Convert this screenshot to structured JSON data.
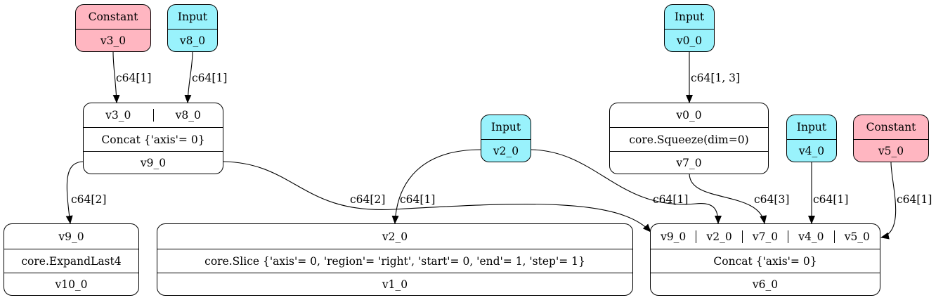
{
  "nodes": {
    "v3_0_const": {
      "kind": "Constant",
      "name": "v3_0"
    },
    "v8_0_input": {
      "kind": "Input",
      "name": "v8_0"
    },
    "v0_0_input": {
      "kind": "Input",
      "name": "v0_0"
    },
    "v2_0_input": {
      "kind": "Input",
      "name": "v2_0"
    },
    "v4_0_input": {
      "kind": "Input",
      "name": "v4_0"
    },
    "v5_0_const": {
      "kind": "Constant",
      "name": "v5_0"
    },
    "concat_v9": {
      "inputs": [
        "v3_0",
        "v8_0"
      ],
      "op": "Concat {'axis'= 0}",
      "output": "v9_0"
    },
    "squeeze_v7": {
      "inputs": [
        "v0_0"
      ],
      "op": "core.Squeeze(dim=0)",
      "output": "v7_0"
    },
    "expand_v10": {
      "inputs": [
        "v9_0"
      ],
      "op": "core.ExpandLast4",
      "output": "v10_0"
    },
    "slice_v1": {
      "inputs": [
        "v2_0"
      ],
      "op": "core.Slice {'axis'= 0, 'region'= 'right', 'start'= 0, 'end'= 1, 'step'= 1}",
      "output": "v1_0"
    },
    "concat_v6": {
      "inputs": [
        "v9_0",
        "v2_0",
        "v7_0",
        "v4_0",
        "v5_0"
      ],
      "op": "Concat {'axis'= 0}",
      "output": "v6_0"
    }
  },
  "edges": [
    {
      "from": "v3_0",
      "to": "Concat v9_0",
      "label": "c64[1]"
    },
    {
      "from": "v8_0",
      "to": "Concat v9_0",
      "label": "c64[1]"
    },
    {
      "from": "v0_0",
      "to": "core.Squeeze",
      "label": "c64[1, 3]"
    },
    {
      "from": "v9_0",
      "to": "core.ExpandLast4",
      "label": "c64[2]"
    },
    {
      "from": "v9_0",
      "to": "Concat v6_0",
      "label": "c64[2]"
    },
    {
      "from": "v2_0",
      "to": "core.Slice",
      "label": "c64[1]"
    },
    {
      "from": "v2_0",
      "to": "Concat v6_0",
      "label": "c64[1]"
    },
    {
      "from": "v7_0",
      "to": "Concat v6_0",
      "label": "c64[3]"
    },
    {
      "from": "v4_0",
      "to": "Concat v6_0",
      "label": "c64[1]"
    },
    {
      "from": "v5_0",
      "to": "Concat v6_0",
      "label": "c64[1]"
    }
  ]
}
